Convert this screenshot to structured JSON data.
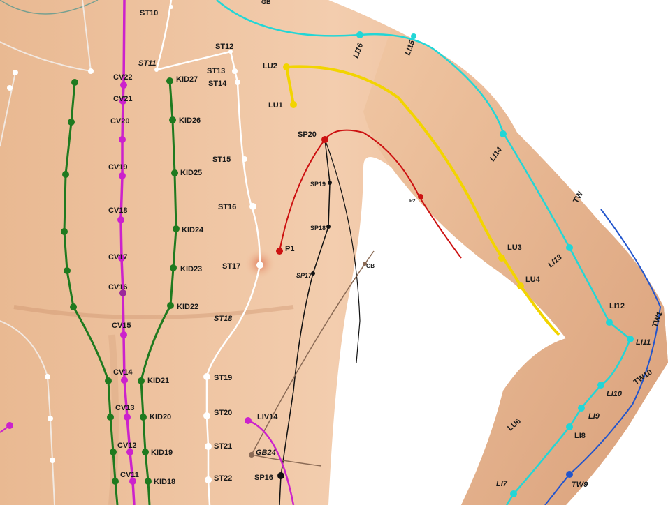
{
  "colors": {
    "skin_light": "#f2c9a6",
    "skin_mid": "#e6b08a",
    "skin_shadow": "#c98d66",
    "conception_vessel": "#cc22cc",
    "kidney": "#1f7a1f",
    "stomach": "#ffffff",
    "lung": "#f2d400",
    "spleen": "#111111",
    "pericardium": "#cc1111",
    "large_intestine": "#22d6d6",
    "triple_warmer": "#2255cc",
    "gallbladder": "#8a6a55",
    "liver": "#cc22cc"
  },
  "points": {
    "cv": [
      "CV22",
      "CV21",
      "CV20",
      "CV19",
      "CV18",
      "CV17",
      "CV16",
      "CV15",
      "CV14",
      "CV13",
      "CV12",
      "CV11"
    ],
    "kid": [
      "KID27",
      "KID26",
      "KID25",
      "KID24",
      "KID23",
      "KID22",
      "KID21",
      "KID20",
      "KID19",
      "KID18"
    ],
    "st": [
      "ST10",
      "ST11",
      "ST12",
      "ST13",
      "ST14",
      "ST15",
      "ST16",
      "ST17",
      "ST18",
      "ST19",
      "ST20",
      "ST21",
      "ST22"
    ],
    "lu": [
      "LU1",
      "LU2",
      "LU3",
      "LU4",
      "LU6",
      "LI7"
    ],
    "li": [
      "LI16",
      "LI15",
      "LI14",
      "LI13",
      "LI12",
      "LI11",
      "LI10",
      "LI9",
      "LI8"
    ],
    "sp": [
      "SP20",
      "SP19",
      "SP18",
      "SP17",
      "SP16"
    ],
    "pc": [
      "P1",
      "P2"
    ],
    "tw": [
      "TW",
      "TW1",
      "TW10",
      "TW9"
    ],
    "gb": [
      "GB",
      "GB24",
      "GB"
    ],
    "liv": [
      "LIV14"
    ]
  }
}
